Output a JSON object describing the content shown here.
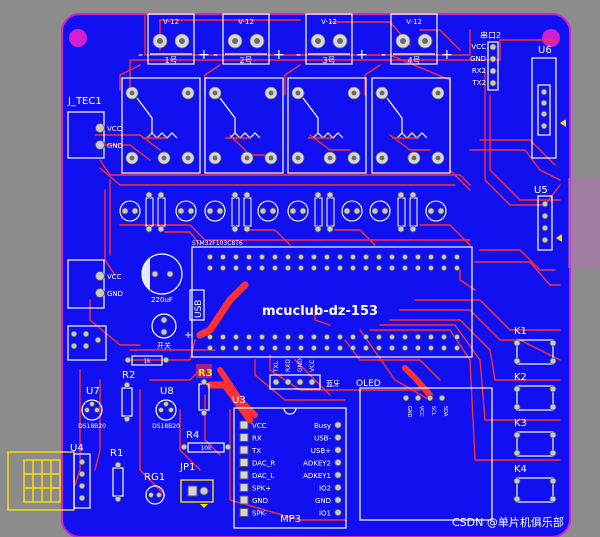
{
  "board": {
    "colors": {
      "background": "#8c8c8c",
      "copper_fill": "#1010f0",
      "trace_top": "#ff3030",
      "silkscreen": "#ffffff",
      "outline": "#d020d0",
      "pad": "#c8c8c8",
      "highlight": "#ffe000"
    },
    "connectors_top": [
      {
        "id": "conn-1",
        "name": "1号",
        "minus": "-",
        "plus": "+"
      },
      {
        "id": "conn-2",
        "name": "2号",
        "minus": "-",
        "plus": "+"
      },
      {
        "id": "conn-3",
        "name": "3号",
        "minus": "-",
        "plus": "+"
      },
      {
        "id": "conn-4",
        "name": "4号",
        "minus": "-",
        "plus": "+"
      }
    ],
    "jtec": {
      "title": "J_TEC1",
      "vcc": "VCC",
      "gnd": "GND"
    },
    "jtec2": {
      "vcc": "VCC",
      "gnd": "GND"
    },
    "capacitor": "220uF",
    "mcu_label": "mcuclub-dz-153",
    "mcu_header": "STM32F103C8T6",
    "usb": "USB",
    "serial": {
      "title": "串口2",
      "pins": [
        "VCC",
        "GND",
        "RX2",
        "TX2"
      ]
    },
    "modules": {
      "u6": "U6",
      "u5": "U5",
      "oled": "OLED",
      "mp3": "MP3",
      "u3": "U3"
    },
    "u7": {
      "ref": "U7",
      "part": "DS18B20"
    },
    "u8": {
      "ref": "U8",
      "part": "DS18B20"
    },
    "u4": "U4",
    "resistors": {
      "r1": "R1",
      "r2": "R2",
      "r3": "R3",
      "r4": "R4",
      "r2val": "1k",
      "r4val": "10k"
    },
    "rg1": "RG1",
    "jp1": "JP1",
    "switch_label": "开关",
    "mp3_left": [
      "VCC",
      "RX",
      "TX",
      "DAC_R",
      "DAC_L",
      "SPK+",
      "GND",
      "SPK-"
    ],
    "mp3_right": [
      "Busy",
      "USB-",
      "USB+",
      "ADKEY2",
      "ADKEY1",
      "IO2",
      "GND",
      "IO1"
    ],
    "keys": [
      "K1",
      "K2",
      "K3",
      "K4"
    ],
    "oled_pins": [
      "GND",
      "VCC",
      "SCL",
      "SDA"
    ],
    "bt_pins": [
      "TXL",
      "RXD",
      "GND",
      "VCC"
    ],
    "bt_label": "蓝牙",
    "watermark": "CSDN @单片机俱乐部"
  }
}
